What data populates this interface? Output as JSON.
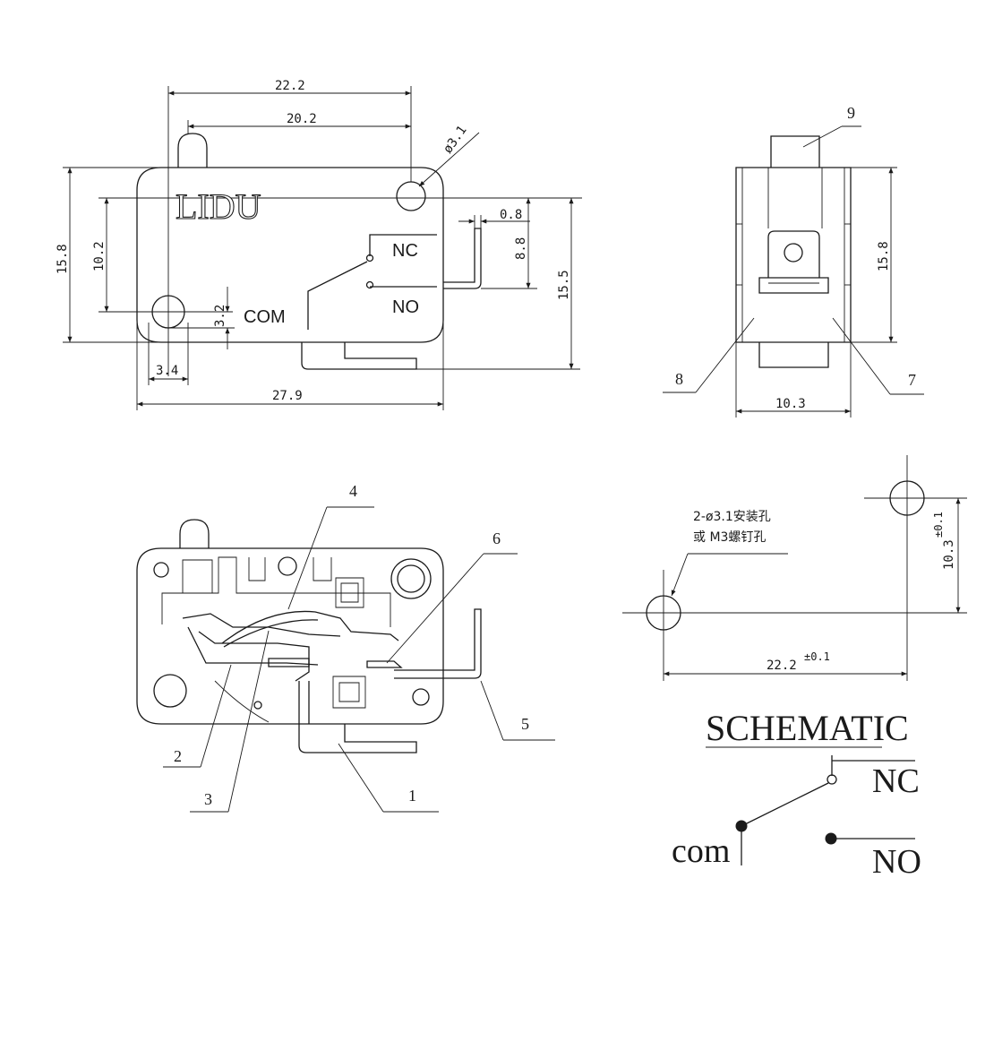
{
  "front_view": {
    "brand": "LIDU",
    "terminal_com": "COM",
    "terminal_nc": "NC",
    "terminal_no": "NO",
    "dims": {
      "d_22_2": "22.2",
      "d_20_2": "20.2",
      "d_dia_3_1": "ø3.1",
      "d_0_8": "0.8",
      "d_8_8": "8.8",
      "d_15_8": "15.8",
      "d_10_2": "10.2",
      "d_3_2": "3.2",
      "d_15_5": "15.5",
      "d_3_4": "3.4",
      "d_27_9": "27.9"
    }
  },
  "side_view": {
    "part_9": "9",
    "part_8": "8",
    "part_7": "7",
    "d_15_8": "15.8",
    "d_10_3": "10.3"
  },
  "internal_view": {
    "parts": [
      "4",
      "6",
      "5",
      "2",
      "3",
      "1"
    ]
  },
  "mounting": {
    "note_line1": "2-ø3.1安装孔",
    "note_line2": "或 M3螺钉孔",
    "d_10_3": "10.3",
    "d_10_3_tol": "±0.1",
    "d_22_2": "22.2",
    "d_22_2_tol": "±0.1"
  },
  "schematic": {
    "title": "SCHEMATIC",
    "nc": "NC",
    "com": "com",
    "no": "NO"
  }
}
